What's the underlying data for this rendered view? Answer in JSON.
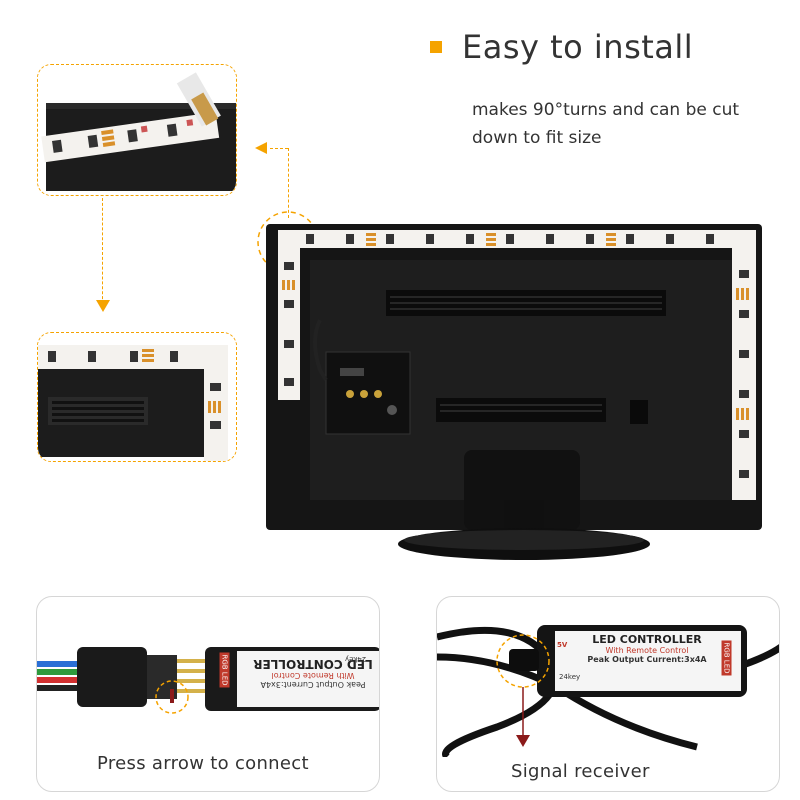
{
  "feature": {
    "title": "Easy to install",
    "description_line1": "makes 90°turns and can be cut",
    "description_line2": "down to fit  size"
  },
  "left_panel": {
    "caption": "Press arrow to connect",
    "controller_title": "LED CONTROLLER",
    "controller_sub": "With Remote Control",
    "controller_current": "Peak Output Current:3x4A",
    "controller_key": "24key",
    "controller_badge": "RGB LED"
  },
  "right_panel": {
    "caption": "Signal receiver",
    "controller_title": "LED CONTROLLER",
    "controller_sub": "With Remote Control",
    "controller_current": "Peak Output Current:3x4A",
    "controller_key": "24key",
    "controller_badge": "RGB LED",
    "controller_voltage": "5V"
  },
  "colors": {
    "accent": "#f5a300",
    "arrow_red": "#8b1a1a",
    "tv_body": "#1a1a1a"
  }
}
